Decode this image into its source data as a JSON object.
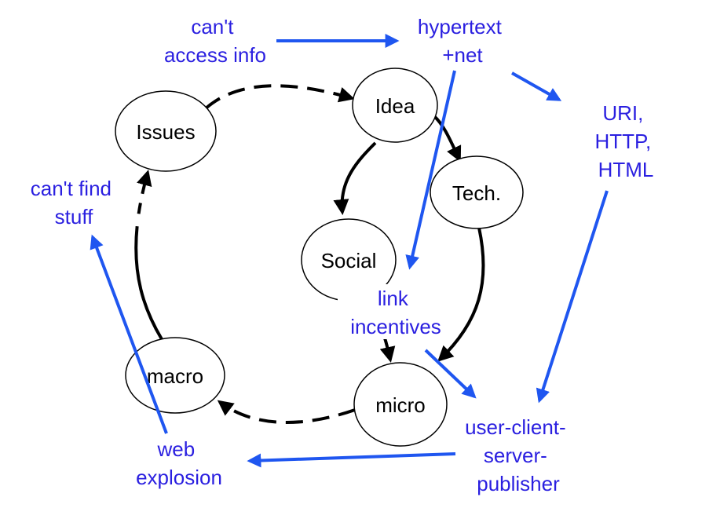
{
  "colors": {
    "blue": "#2a1fe0",
    "arrow_blue": "#1f56f0",
    "black": "#000000",
    "node_fill": "#ffffff"
  },
  "nodes": {
    "issues": "Issues",
    "idea": "Idea",
    "tech": "Tech.",
    "social": "Social",
    "micro": "micro",
    "macro": "macro"
  },
  "notes": {
    "cant_access_info": [
      "can't",
      "access info"
    ],
    "hypertext_net": [
      "hypertext",
      "+net"
    ],
    "uri_http_html": [
      "URI,",
      "HTTP,",
      "HTML"
    ],
    "cant_find_stuff": [
      "can't find",
      "stuff"
    ],
    "link_incentives": [
      "link",
      "incentives"
    ],
    "user_client_server_publisher": [
      "user-client-",
      "server-",
      "publisher"
    ],
    "web_explosion": [
      "web",
      "explosion"
    ]
  }
}
